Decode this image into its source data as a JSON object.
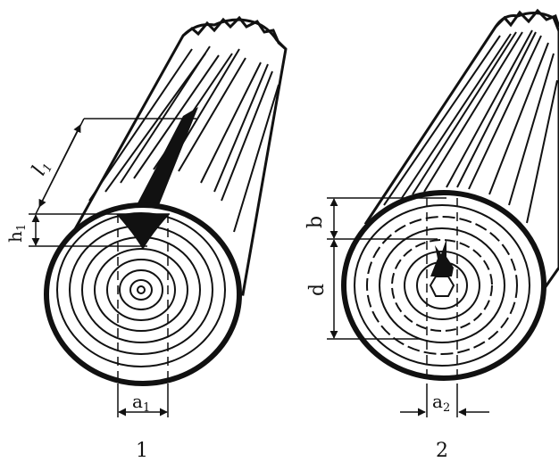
{
  "figure": {
    "log1": {
      "caption": "1",
      "labels": {
        "l1": {
          "main": "l",
          "sub": "1"
        },
        "h1": {
          "main": "h",
          "sub": "1"
        },
        "a1": {
          "main": "a",
          "sub": "1"
        }
      }
    },
    "log2": {
      "caption": "2",
      "labels": {
        "b": "b",
        "d": "d",
        "a2": {
          "main": "a",
          "sub": "2"
        }
      }
    }
  },
  "colors": {
    "ink": "#111111",
    "paper": "#ffffff"
  }
}
